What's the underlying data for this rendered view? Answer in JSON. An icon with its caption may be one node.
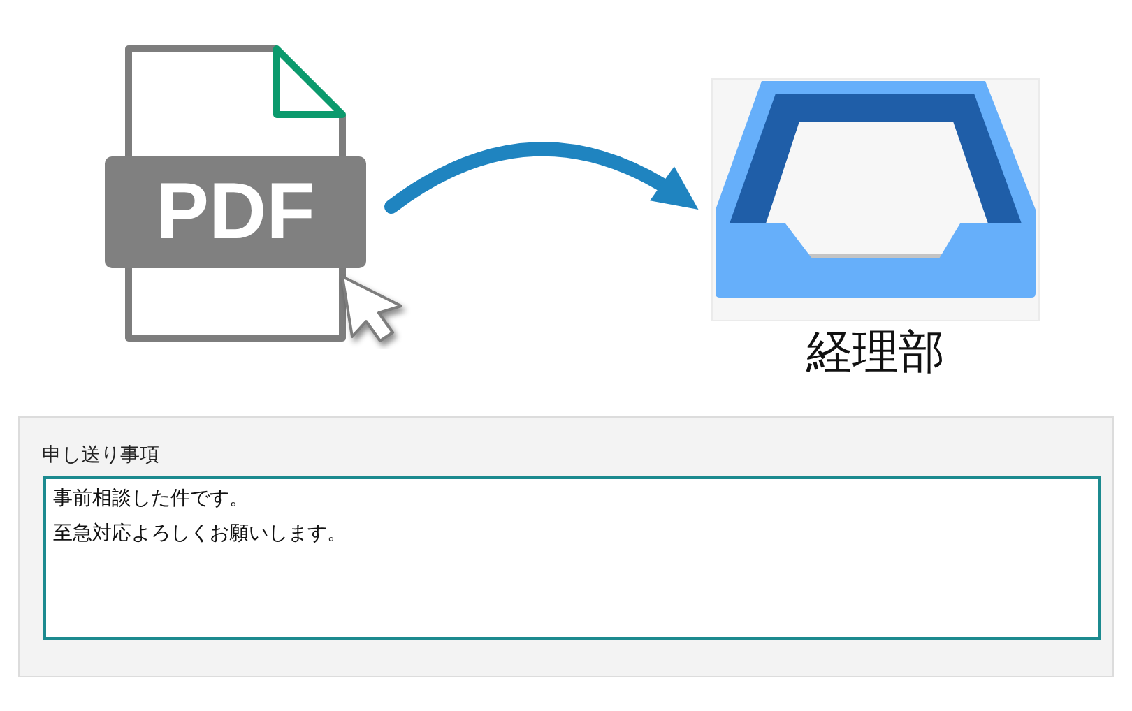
{
  "diagram": {
    "nodes": [
      {
        "text": [
          "PDF"
        ]
      },
      {
        "text": [
          "経理部"
        ]
      },
      {
        "text": [
          "申し送り事項"
        ]
      },
      {
        "text": [
          "事前相談した件です。",
          "至急対応よろしくお願いします。"
        ],
        "in": 2
      }
    ],
    "edges": [
      {
        "from": 0,
        "to": 1,
        "arrow": "to"
      }
    ]
  }
}
